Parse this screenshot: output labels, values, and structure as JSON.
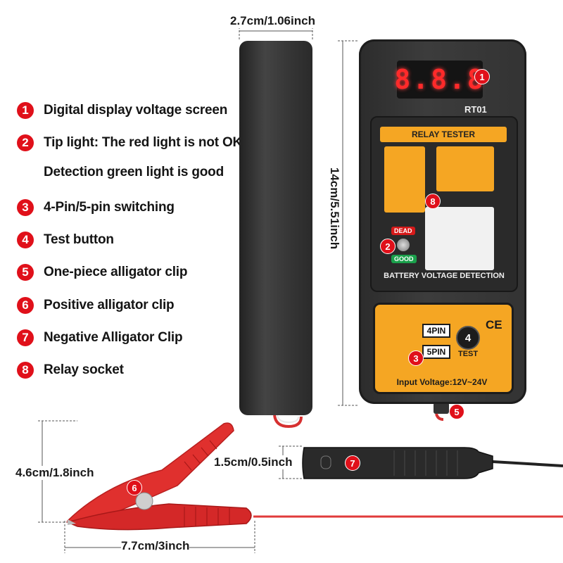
{
  "features": [
    {
      "num": "1",
      "text": "Digital display voltage screen"
    },
    {
      "num": "2",
      "text": "Tip light: The red light is not OK"
    },
    {
      "num": "",
      "text": "Detection green light is good"
    },
    {
      "num": "3",
      "text": "4-Pin/5-pin switching"
    },
    {
      "num": "4",
      "text": "Test button"
    },
    {
      "num": "5",
      "text": "One-piece alligator clip"
    },
    {
      "num": "6",
      "text": "Positive alligator clip"
    },
    {
      "num": "7",
      "text": "Negative Alligator Clip"
    },
    {
      "num": "8",
      "text": "Relay socket"
    }
  ],
  "dimensions": {
    "width": "2.7cm/1.06inch",
    "height": "14cm/5.51inch",
    "clip_height": "4.6cm/1.8inch",
    "clip_length": "7.7cm/3inch",
    "negative_clip_height": "1.5cm/0.5inch"
  },
  "device": {
    "display": "8.8.8",
    "model": "RT01",
    "banner": "RELAY TESTER",
    "dead": "DEAD",
    "good": "GOOD",
    "battery_label": "BATTERY VOLTAGE DETECTION",
    "pin4": "4PIN",
    "pin5": "5PIN",
    "test": "TEST",
    "ce": "CE",
    "input_voltage": "Input Voltage:12V~24V"
  },
  "callouts": {
    "display": "1",
    "tip_light": "2",
    "pin_switch": "3",
    "test_button": "4",
    "one_piece_clip": "5",
    "positive_clip": "6",
    "negative_clip": "7",
    "relay_socket": "8"
  },
  "colors": {
    "badge_red": "#e0101a",
    "accent_orange": "#f5a623",
    "clip_red": "#e03030",
    "body_dark": "#333333"
  }
}
